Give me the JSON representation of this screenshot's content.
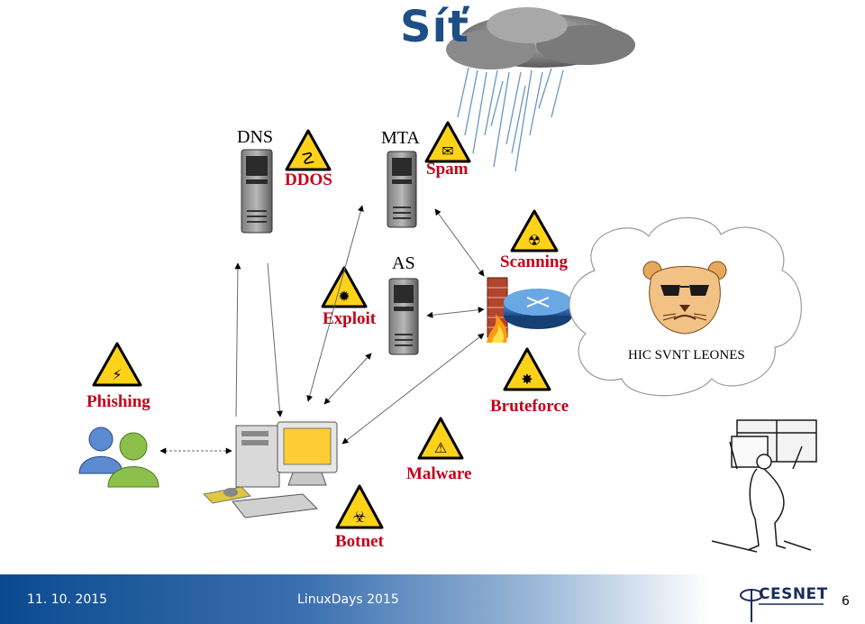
{
  "slide": {
    "title": "Síť",
    "page_number": "6"
  },
  "nodes": {
    "dns": "DNS",
    "mta": "MTA",
    "as": "AS"
  },
  "threats": {
    "ddos": "DDOS",
    "spam": "Spam",
    "scanning": "Scanning",
    "exploit": "Exploit",
    "phishing": "Phishing",
    "bruteforce": "Bruteforce",
    "malware": "Malware",
    "botnet": "Botnet"
  },
  "cloud_caption": "HIC SVNT LEONES",
  "footer": {
    "date": "11. 10. 2015",
    "event": "LinuxDays 2015",
    "logo": "CESNET"
  },
  "colors": {
    "title": "#1d4f86",
    "threat_label": "#c4001a",
    "warning_fill": "#ffd21a",
    "footer_blue": "#0b4a8f"
  }
}
